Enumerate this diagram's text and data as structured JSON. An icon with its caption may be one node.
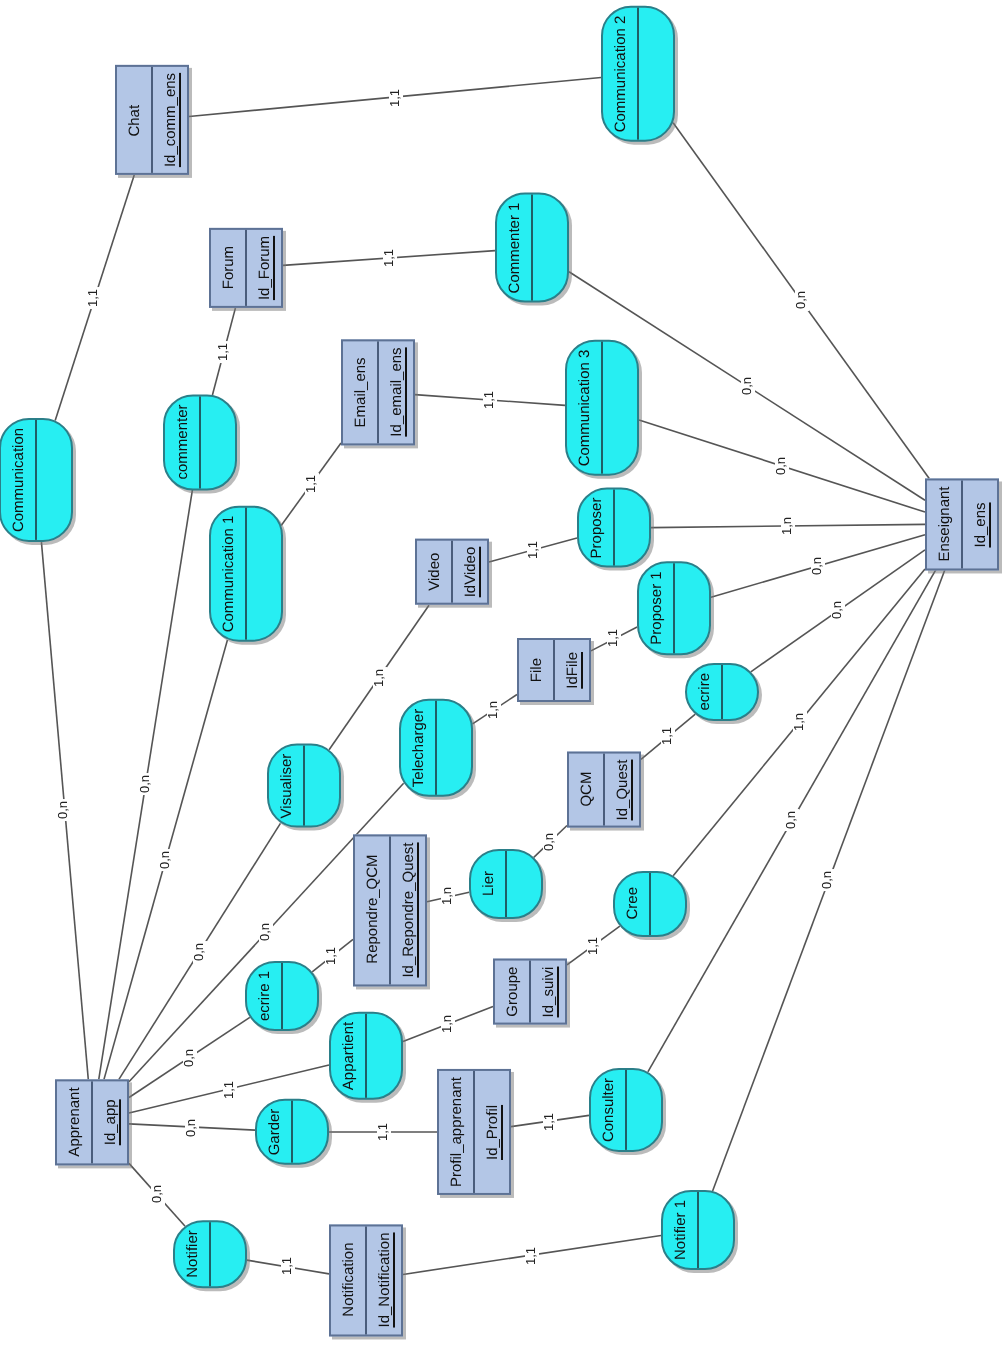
{
  "diagram": {
    "nodes": [
      {
        "text": [
          "Chat",
          "Id_comm_ens"
        ]
      },
      {
        "text": [
          "Communication 2"
        ]
      },
      {
        "text": [
          "Forum",
          "Id_Forum"
        ]
      },
      {
        "text": [
          "Commenter 1"
        ]
      },
      {
        "text": [
          "Email_ens",
          "Id_email_ens"
        ]
      },
      {
        "text": [
          "Communication 3"
        ]
      },
      {
        "text": [
          "Communication"
        ]
      },
      {
        "text": [
          "commenter"
        ]
      },
      {
        "text": [
          "Communication 1"
        ]
      },
      {
        "text": [
          "Video",
          "IdVideo"
        ]
      },
      {
        "text": [
          "Proposer"
        ]
      },
      {
        "text": [
          "Proposer 1"
        ]
      },
      {
        "text": [
          "Enseignant",
          "Id_ens"
        ]
      },
      {
        "text": [
          "Visualiser"
        ]
      },
      {
        "text": [
          "Telecharger"
        ]
      },
      {
        "text": [
          "File",
          "IdFile"
        ]
      },
      {
        "text": [
          "ecrire"
        ]
      },
      {
        "text": [
          "QCM",
          "Id_Quest"
        ]
      },
      {
        "text": [
          "Repondre_QCM",
          "Id_Repondre_Quest"
        ]
      },
      {
        "text": [
          "Lier"
        ]
      },
      {
        "text": [
          "Cree"
        ]
      },
      {
        "text": [
          "ecrire 1"
        ]
      },
      {
        "text": [
          "Groupe",
          "Id_suivi"
        ]
      },
      {
        "text": [
          "Apprenant",
          "Id_app"
        ]
      },
      {
        "text": [
          "Appartient"
        ]
      },
      {
        "text": [
          "Garder"
        ]
      },
      {
        "text": [
          "Profil_apprenant",
          "Id_Profil"
        ]
      },
      {
        "text": [
          "Consulter"
        ]
      },
      {
        "text": [
          "Notifier"
        ]
      },
      {
        "text": [
          "Notification",
          "Id_Notification"
        ]
      },
      {
        "text": [
          "Notifier 1"
        ]
      }
    ],
    "edges": [
      {
        "from": 23,
        "to": 6,
        "arrow": "none",
        "label": "0,n"
      },
      {
        "from": 0,
        "to": 6,
        "arrow": "none",
        "label": "1,1"
      },
      {
        "from": 23,
        "to": 7,
        "arrow": "none",
        "label": "0,n"
      },
      {
        "from": 2,
        "to": 7,
        "arrow": "none",
        "label": "1,1"
      },
      {
        "from": 23,
        "to": 8,
        "arrow": "none",
        "label": "0,n"
      },
      {
        "from": 4,
        "to": 8,
        "arrow": "none",
        "label": "1,1"
      },
      {
        "from": 23,
        "to": 13,
        "arrow": "none",
        "label": "0,n"
      },
      {
        "from": 9,
        "to": 13,
        "arrow": "none",
        "label": "1,n"
      },
      {
        "from": 23,
        "to": 14,
        "arrow": "none",
        "label": "0,n"
      },
      {
        "from": 15,
        "to": 14,
        "arrow": "none",
        "label": "1,n"
      },
      {
        "from": 23,
        "to": 21,
        "arrow": "none",
        "label": "0,n"
      },
      {
        "from": 18,
        "to": 21,
        "arrow": "none",
        "label": "1,1"
      },
      {
        "from": 18,
        "to": 19,
        "arrow": "none",
        "label": "1,n"
      },
      {
        "from": 17,
        "to": 19,
        "arrow": "none",
        "label": "0,n"
      },
      {
        "from": 23,
        "to": 24,
        "arrow": "none",
        "label": "1,1"
      },
      {
        "from": 22,
        "to": 24,
        "arrow": "none",
        "label": "1,n"
      },
      {
        "from": 23,
        "to": 25,
        "arrow": "none",
        "label": "0,n"
      },
      {
        "from": 26,
        "to": 25,
        "arrow": "none",
        "label": "1,1"
      },
      {
        "from": 23,
        "to": 28,
        "arrow": "none",
        "label": "0,n"
      },
      {
        "from": 29,
        "to": 28,
        "arrow": "none",
        "label": "1,1"
      },
      {
        "from": 0,
        "to": 1,
        "arrow": "none",
        "label": "1,1"
      },
      {
        "from": 12,
        "to": 1,
        "arrow": "none",
        "label": "0,n"
      },
      {
        "from": 2,
        "to": 3,
        "arrow": "none",
        "label": "1,1"
      },
      {
        "from": 12,
        "to": 3,
        "arrow": "none",
        "label": "0,n"
      },
      {
        "from": 4,
        "to": 5,
        "arrow": "none",
        "label": "1,1"
      },
      {
        "from": 12,
        "to": 5,
        "arrow": "none",
        "label": "0,n"
      },
      {
        "from": 9,
        "to": 10,
        "arrow": "none",
        "label": "1,1"
      },
      {
        "from": 12,
        "to": 10,
        "arrow": "none",
        "label": "1,n"
      },
      {
        "from": 15,
        "to": 11,
        "arrow": "none",
        "label": "1,1"
      },
      {
        "from": 12,
        "to": 11,
        "arrow": "none",
        "label": "0,n"
      },
      {
        "from": 17,
        "to": 16,
        "arrow": "none",
        "label": "1,1"
      },
      {
        "from": 12,
        "to": 16,
        "arrow": "none",
        "label": "0,n"
      },
      {
        "from": 22,
        "to": 20,
        "arrow": "none",
        "label": "1,1"
      },
      {
        "from": 12,
        "to": 20,
        "arrow": "none",
        "label": "1,n"
      },
      {
        "from": 26,
        "to": 27,
        "arrow": "none",
        "label": "1,1"
      },
      {
        "from": 12,
        "to": 27,
        "arrow": "none",
        "label": "0,n"
      },
      {
        "from": 29,
        "to": 30,
        "arrow": "none",
        "label": "1,1"
      },
      {
        "from": 12,
        "to": 30,
        "arrow": "none",
        "label": "0,n"
      }
    ]
  }
}
